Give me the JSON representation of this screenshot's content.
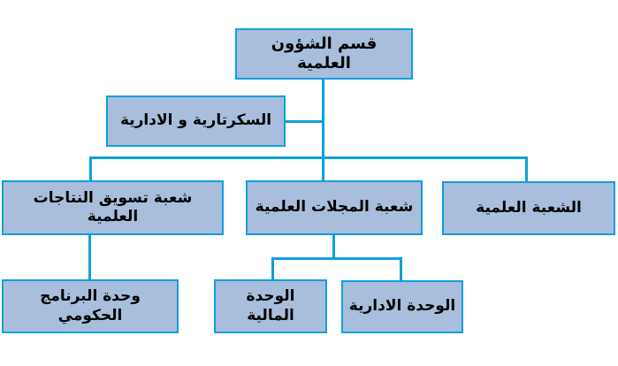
{
  "page": {
    "background": "#ffffff"
  },
  "colors": {
    "page_background": "#ffffff",
    "node_fill": "#a8bedc",
    "node_border": "#0fa0dc",
    "connector": "#0fa0dc",
    "text": "#000000"
  },
  "org_chart": {
    "type": "organizational-tree",
    "direction": "rtl",
    "nodes": {
      "department": {
        "label": "قسم الشؤون العلمية",
        "level": 1
      },
      "secretariat": {
        "label": "السكرتارية و الادارية",
        "level": 2
      },
      "marketing_division": {
        "label": "شعبة تسويق النتاجات العلمية",
        "level": 3
      },
      "journals_division": {
        "label": "شعبة المجلات العلمية",
        "level": 3
      },
      "scientific_division": {
        "label": "الشعبة العلمية",
        "level": 3
      },
      "government_program_unit": {
        "label": "وحدة البرنامج الحكومي",
        "level": 4
      },
      "financial_unit": {
        "label": "الوحدة المالية",
        "level": 4
      },
      "administrative_unit": {
        "label": "الوحدة الادارية",
        "level": 4
      }
    },
    "edges": [
      {
        "from": "department",
        "to": "secretariat"
      },
      {
        "from": "department",
        "to": "marketing_division"
      },
      {
        "from": "department",
        "to": "journals_division"
      },
      {
        "from": "department",
        "to": "scientific_division"
      },
      {
        "from": "marketing_division",
        "to": "government_program_unit"
      },
      {
        "from": "journals_division",
        "to": "financial_unit"
      },
      {
        "from": "journals_division",
        "to": "administrative_unit"
      }
    ]
  }
}
